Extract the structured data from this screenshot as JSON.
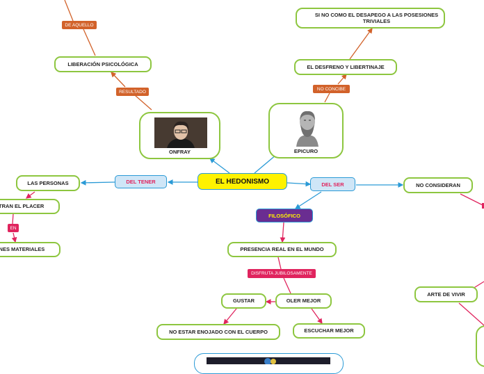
{
  "colors": {
    "node_border": "#8dc63f",
    "root_fill": "#fff200",
    "blue_fill": "#cfe6f7",
    "blue_border": "#2a9ad6",
    "purple_fill": "#6a2d91",
    "orange_label": "#d2622a",
    "pink_label": "#e0245e"
  },
  "root": {
    "label": "EL HEDONISMO"
  },
  "branches": {
    "del_tener": "DEL TENER",
    "del_ser": "DEL SER",
    "filosofico": "FILOSÓFICO"
  },
  "people": {
    "onfray": {
      "caption": "ONFRAY",
      "image": "portrait-photo"
    },
    "epicuro": {
      "caption": "EPICURO",
      "image": "bust-sculpture"
    }
  },
  "nodes": {
    "liberacion": "LIBERACIÓN PSICOLÓGICA",
    "desapego": "SI NO COMO EL DESAPEGO A LAS POSESIONES TRIVIALES",
    "desfreno": "EL DESFRENO Y LIBERTINAJE",
    "las_personas": "LAS PERSONAS",
    "encuentran": "NTRAN EL PLACER",
    "materiales": "ONES MATERIALES",
    "no_consideran": "NO CONSIDERAN",
    "presencia": "PRESENCIA REAL EN EL MUNDO",
    "gustar": "GUSTAR",
    "oler": "OLER MEJOR",
    "no_enojado": "NO ESTAR ENOJADO CON EL CUERPO",
    "escuchar": "ESCUCHAR MEJOR",
    "arte": "ARTE DE VIVIR"
  },
  "labels": {
    "de_aquello": "DE AQUELLO",
    "resultado": "RESULTADO",
    "no_concibe": "NO  CONCIBE",
    "en": "EN",
    "disfruta": "DISFRUTA JUBILOSAMENTE"
  }
}
